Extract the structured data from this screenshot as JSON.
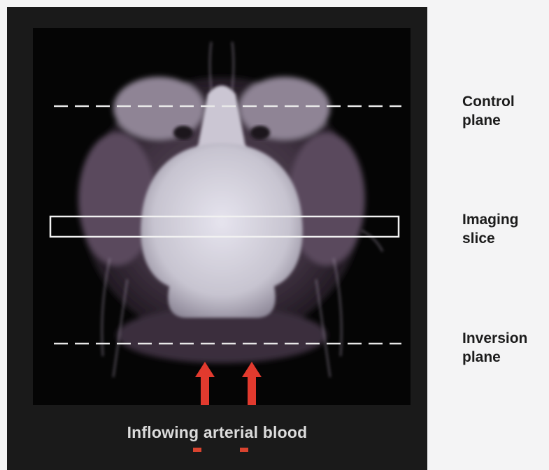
{
  "labels": {
    "control_plane": [
      "Control",
      "plane"
    ],
    "imaging_slice": [
      "Imaging",
      "slice"
    ],
    "inversion_plane": [
      "Inversion",
      "plane"
    ]
  },
  "caption": "Inflowing arterial blood",
  "colors": {
    "background": "#f4f4f5",
    "frame": "#1a1a1a",
    "arrow": "#e23a2e",
    "dashed_line": "#e8e8e8",
    "brain_tissue": "#c9c7d0"
  }
}
